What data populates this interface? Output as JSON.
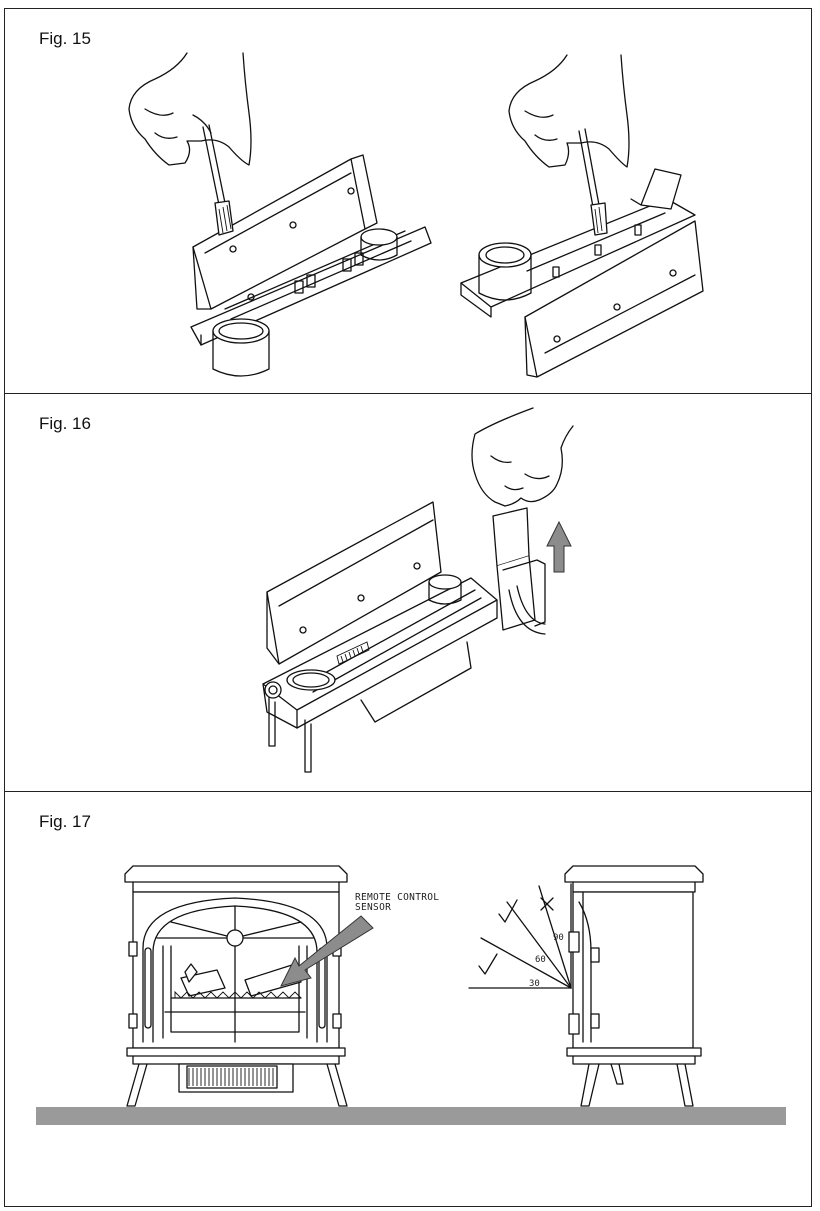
{
  "figures": [
    {
      "label": "Fig. 15"
    },
    {
      "label": "Fig. 16"
    },
    {
      "label": "Fig. 17"
    }
  ],
  "fig17": {
    "sensor_label_line1": "REMOTE CONTROL",
    "sensor_label_line2": "SENSOR",
    "angles": [
      "90",
      "60",
      "30"
    ]
  },
  "colors": {
    "border": "#222222",
    "floor": "#9a9a9a",
    "arrow": "#8c8c8c"
  }
}
